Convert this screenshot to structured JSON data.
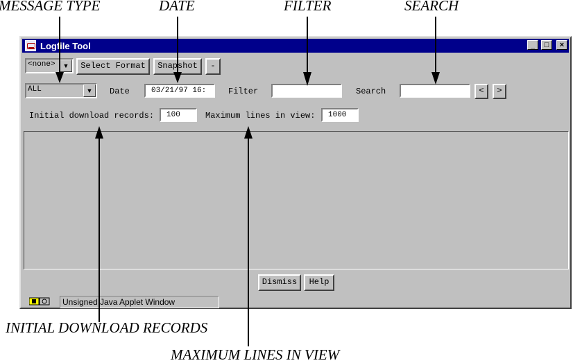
{
  "annotations": {
    "message_type": "MESSAGE TYPE",
    "date": "DATE",
    "filter": "FILTER",
    "search": "SEARCH",
    "initial_download_records": "INITIAL DOWNLOAD RECORDS",
    "maximum_lines_in_view": "MAXIMUM LINES IN VIEW"
  },
  "window": {
    "title": "Logfile Tool",
    "controls": {
      "minimize": "_",
      "maximize": "□",
      "close": "×"
    }
  },
  "toolbar": {
    "format_select_value": "<none>",
    "select_format_label": "Select Format",
    "snapshot_label": "Snapshot",
    "minus_label": "-"
  },
  "filters": {
    "message_type_value": "ALL",
    "date_label": "Date",
    "date_value": "03/21/97 16:",
    "filter_label": "Filter",
    "filter_value": "",
    "search_label": "Search",
    "search_value": "",
    "prev_label": "<",
    "next_label": ">"
  },
  "settings": {
    "initial_download_label": "Initial download records:",
    "initial_download_value": "100",
    "max_lines_label": "Maximum lines in view:",
    "max_lines_value": "1000"
  },
  "footer": {
    "dismiss_label": "Dismiss",
    "help_label": "Help"
  },
  "status": {
    "text": "Unsigned Java Applet Window"
  },
  "colors": {
    "titlebar": "#00008b",
    "window_bg": "#c0c0c0"
  }
}
